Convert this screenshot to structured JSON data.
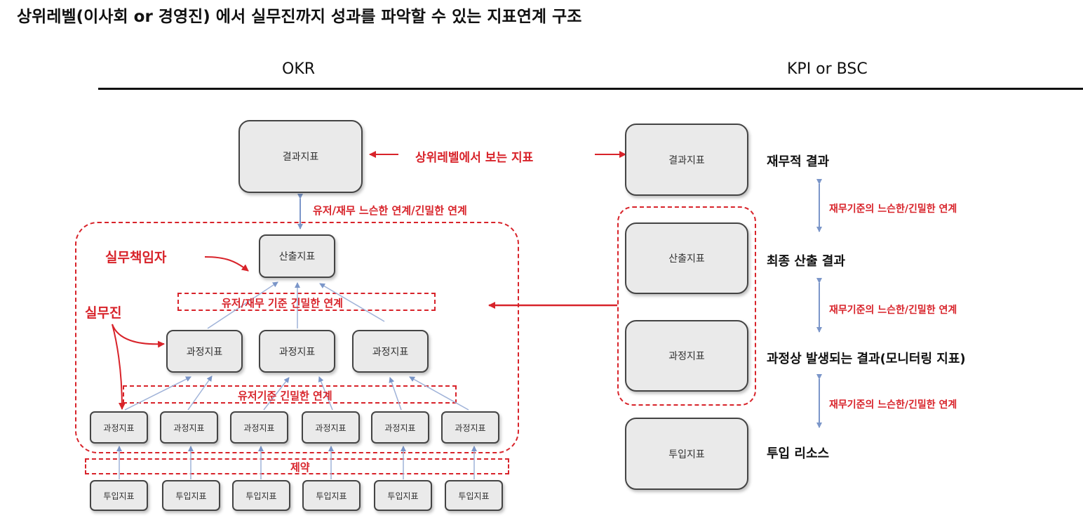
{
  "title": "상위레벨(이사회 or 경영진) 에서 실무진까지 성과를 파악할 수 있는 지표연계 구조",
  "columns": {
    "okr": "OKR",
    "kpi": "KPI or BSC"
  },
  "okr": {
    "result_box": "결과지표",
    "output_box": "산출지표",
    "process_mid": [
      "과정지표",
      "과정지표",
      "과정지표"
    ],
    "process_small": [
      "과정지표",
      "과정지표",
      "과정지표",
      "과정지표",
      "과정지표",
      "과정지표"
    ],
    "input_small": [
      "투입지표",
      "투입지표",
      "투입지표",
      "투입지표",
      "투입지표",
      "투입지표"
    ],
    "label_top_level": "상위레벨에서 보는 지표",
    "label_loose_tight": "유저/재무 느슨한 연계/긴밀한 연계",
    "label_owner": "실무책임자",
    "label_tight_basis": "유저/재무 기준 긴밀한 연계",
    "label_staff": "실무진",
    "label_user_tight": "유저기준 긴밀한 연계",
    "label_constraint": "제약"
  },
  "kpi": {
    "boxes": [
      "결과지표",
      "산출지표",
      "과정지표",
      "투입지표"
    ],
    "right_labels": [
      "재무적 결과",
      "최종 산출 결과",
      "과정상 발생되는 결과(모니터링 지표)",
      "투입 리소스"
    ],
    "link_labels": [
      "재무기준의 느슨한/긴밀한 연계",
      "재무기준의 느슨한/긴밀한 연계",
      "재무기준의 느슨한/긴밀한 연계"
    ]
  },
  "colors": {
    "accent_red": "#d8232a",
    "arrow_blue": "#7b96c9",
    "box_fill": "#eaeaea"
  }
}
